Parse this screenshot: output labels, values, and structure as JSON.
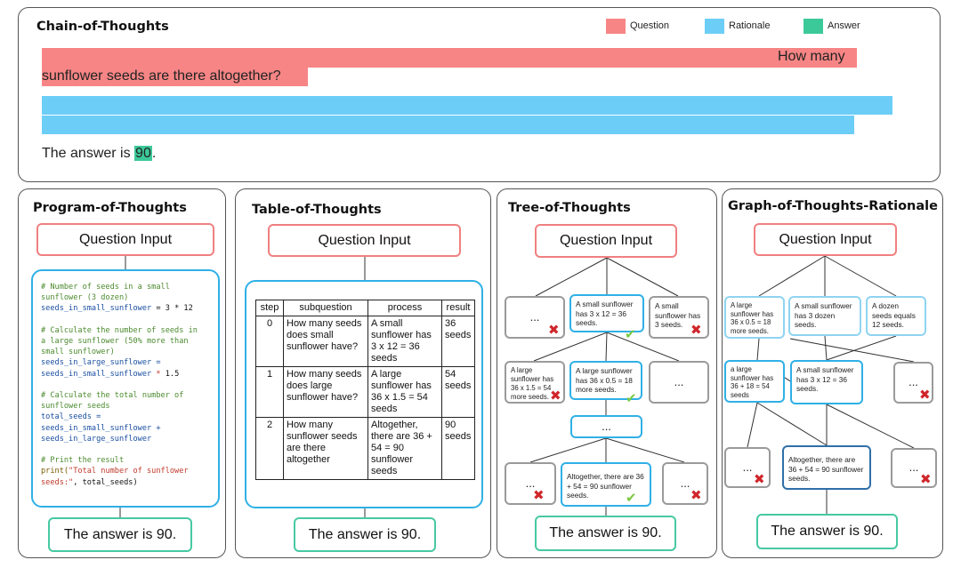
{
  "cot": {
    "title": "Chain-of-Thoughts",
    "legend": [
      {
        "label": "Question",
        "color": "#f78585"
      },
      {
        "label": "Rationale",
        "color": "#6ccef7"
      },
      {
        "label": "Answer",
        "color": "#3cc99a"
      }
    ],
    "question_line1": "How many",
    "question_line2": "sunflower seeds are there altogether?",
    "answer_prefix": "The answer is ",
    "answer_value": "90",
    "answer_suffix": "."
  },
  "common": {
    "question_input": "Question Input",
    "answer": "The answer is 90."
  },
  "pot": {
    "title": "Program-of-Thoughts",
    "code": [
      {
        "t": "# Number of seeds in a small",
        "c": "cm"
      },
      {
        "t": "sunflower (3 dozen)",
        "c": "cm"
      },
      {
        "t": "seeds_in_small_sunflower",
        "c": "var",
        "rest": " = 3 * 12"
      },
      {
        "t": "",
        "c": "cm"
      },
      {
        "t": "# Calculate the number of seeds in",
        "c": "cm"
      },
      {
        "t": "a large sunflower (50% more than",
        "c": "cm"
      },
      {
        "t": "small sunflower)",
        "c": "cm"
      },
      {
        "t": "seeds_in_large_sunflower =",
        "c": "var"
      },
      {
        "t": "seeds_in_small_sunflower",
        "c": "var",
        "rest": " * 1.5"
      },
      {
        "t": "",
        "c": "cm"
      },
      {
        "t": "# Calculate the total number of",
        "c": "cm"
      },
      {
        "t": "sunflower seeds",
        "c": "cm"
      },
      {
        "t": "total_seeds =",
        "c": "var"
      },
      {
        "t": "seeds_in_small_sunflower +",
        "c": "var"
      },
      {
        "t": "seeds_in_large_sunflower",
        "c": "var"
      },
      {
        "t": "",
        "c": "cm"
      },
      {
        "t": "# Print the result",
        "c": "cm"
      },
      {
        "t": "print(",
        "c": "fn",
        "rest2": "\"Total number of sunflower"
      },
      {
        "t": "seeds:\"",
        "c": "str",
        "rest": ", total_seeds)"
      }
    ]
  },
  "tot": {
    "title": "Table-of-Thoughts",
    "headers": [
      "step",
      "subquestion",
      "process",
      "result"
    ],
    "rows": [
      [
        "0",
        "How many seeds does small sunflower have?",
        "A small sunflower has 3 x 12 = 36 seeds",
        "36 seeds"
      ],
      [
        "1",
        "How many seeds does large sunflower have?",
        "A large sunflower has 36 x 1.5 = 54 seeds",
        "54 seeds"
      ],
      [
        "2",
        "How many sunflower seeds are there altogether",
        "Altogether, there are 36 + 54 = 90 sunflower seeds",
        "90 seeds"
      ]
    ]
  },
  "tree": {
    "title": "Tree-of-Thoughts",
    "l1": [
      "...",
      "A small sunflower has 3 x 12 = 36 seeds.",
      "A small sunflower has 3 seeds."
    ],
    "l2": [
      "A large sunflower has 36 x 1.5 = 54 more seeds.",
      "A large sunflower has 36 x 0.5 = 18 more seeds.",
      "..."
    ],
    "l3": "...",
    "l4": [
      "...",
      "Altogether, there are 36 + 54 = 90 sunflower seeds.",
      "..."
    ]
  },
  "graph": {
    "title": "Graph-of-Thoughts-Rationale",
    "l1": [
      "A large sunflower has 36 x 0.5 = 18 more seeds.",
      "A small sunflower has 3 dozen seeds.",
      "A dozen seeds equals 12 seeds."
    ],
    "l2": [
      "a large sunflower has 36 + 18 = 54 seeds",
      "A small sunflower has 3 x 12 = 36 seeds.",
      "..."
    ],
    "l3": [
      "...",
      "Altogether, there are 36 + 54 = 90 sunflower seeds.",
      "..."
    ]
  }
}
